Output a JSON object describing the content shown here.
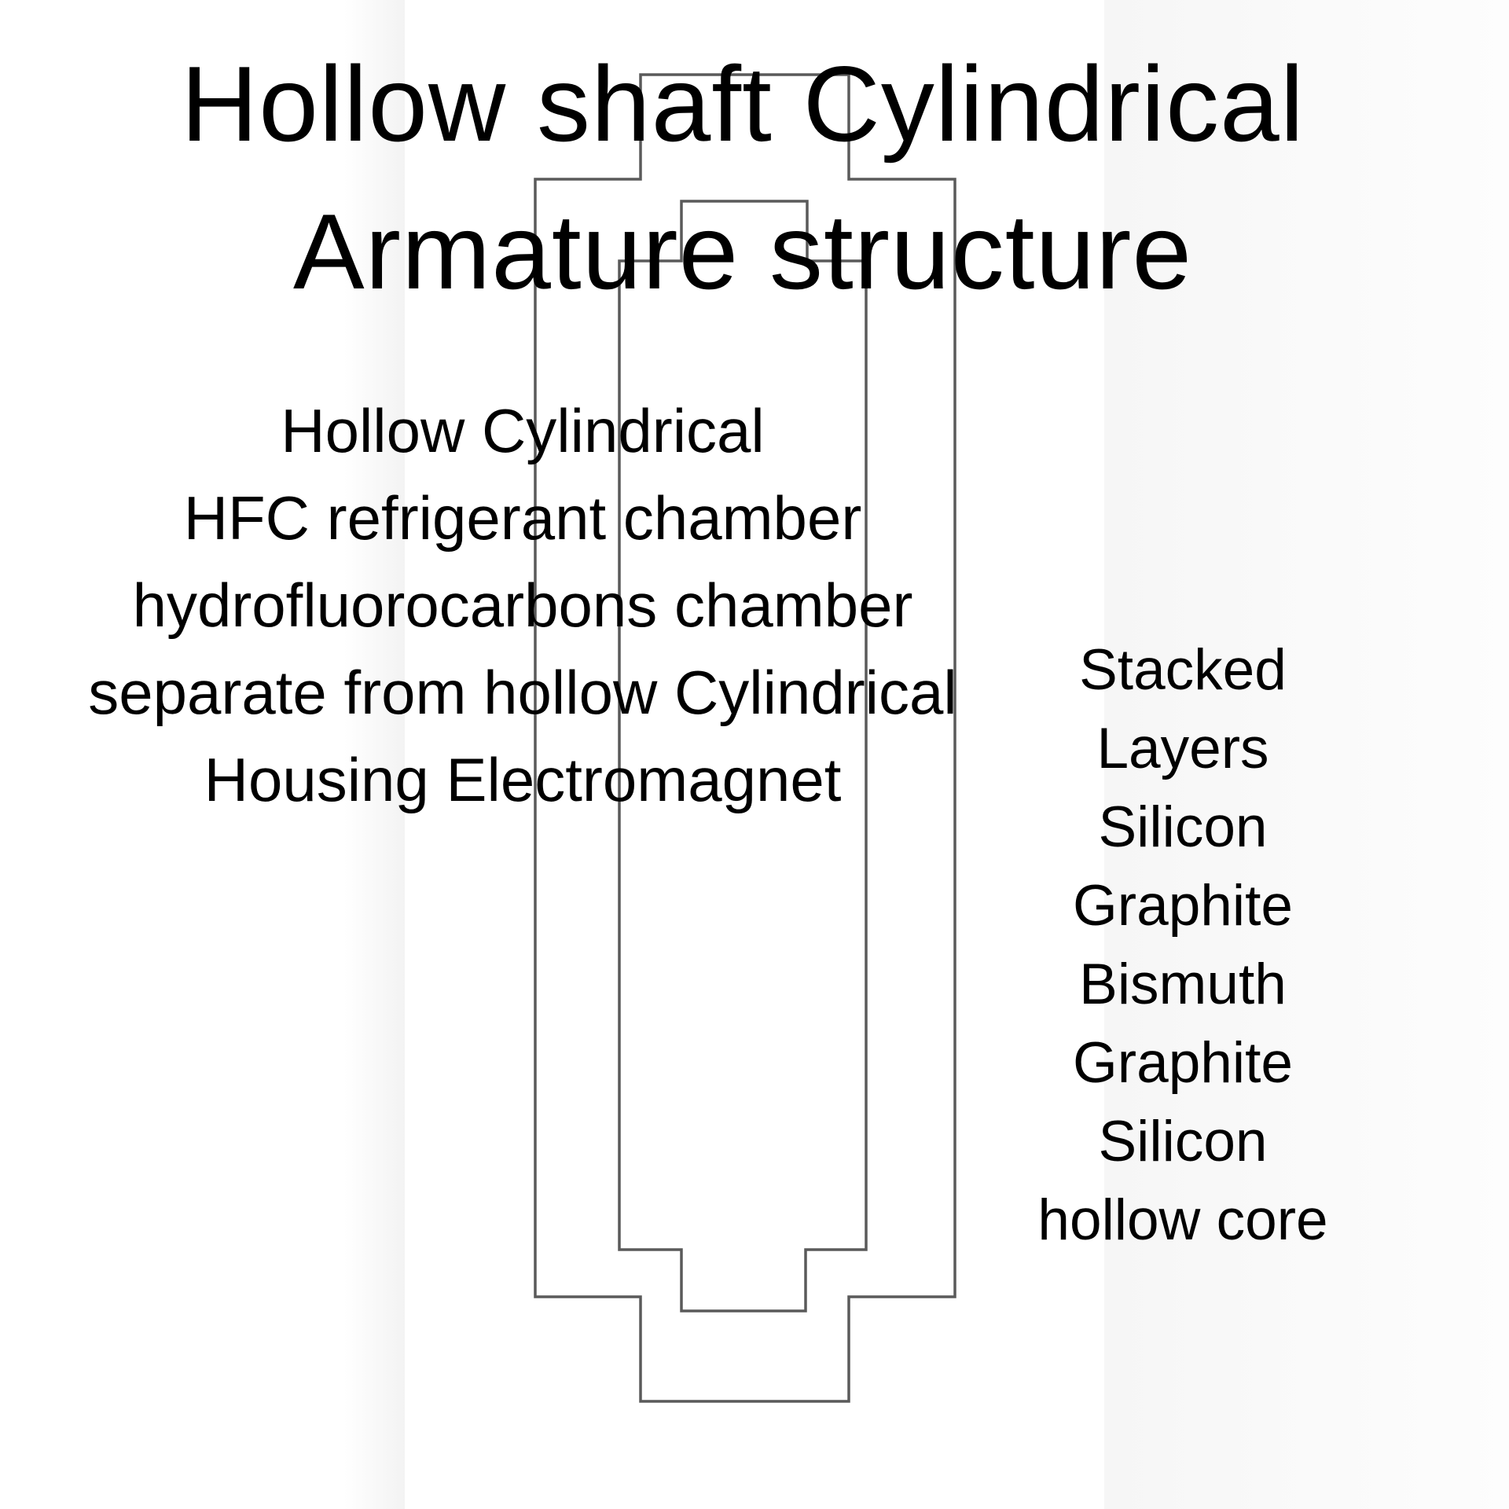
{
  "title": {
    "line1": "Hollow shaft Cylindrical",
    "line2": "Armature structure"
  },
  "chamber_label": {
    "lines": [
      "Hollow Cylindrical",
      "HFC refrigerant chamber",
      "hydrofluorocarbons chamber",
      "separate from hollow Cylindrical",
      "Housing Electromagnet"
    ]
  },
  "layers_label": {
    "lines": [
      "Stacked",
      "Layers",
      "Silicon",
      "Graphite",
      "Bismuth",
      "Graphite",
      "Silicon",
      "hollow core"
    ]
  },
  "colors": {
    "outline": "#5a5a5a",
    "text": "#000000",
    "background": "#ffffff"
  }
}
